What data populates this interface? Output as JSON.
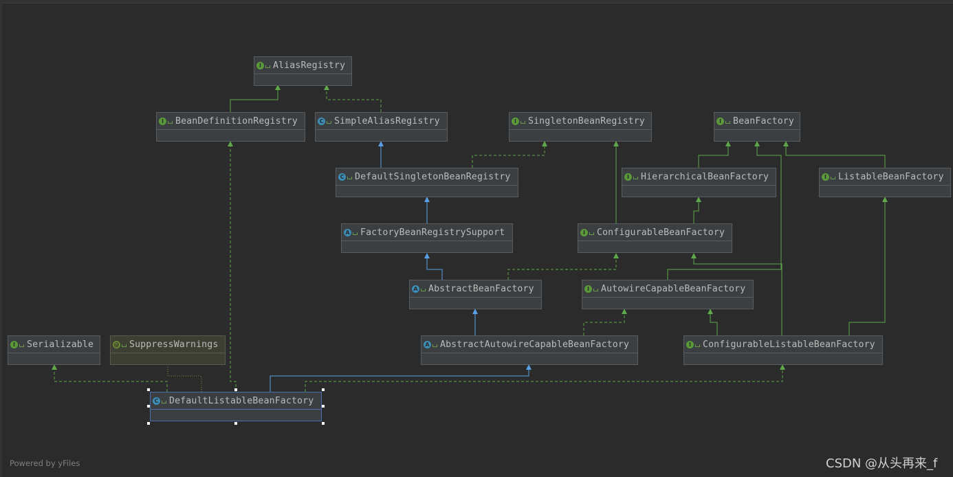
{
  "diagram": {
    "nodes": [
      {
        "id": "AliasRegistry",
        "label": "AliasRegistry",
        "kind": "interface"
      },
      {
        "id": "BeanDefinitionRegistry",
        "label": "BeanDefinitionRegistry",
        "kind": "interface"
      },
      {
        "id": "SimpleAliasRegistry",
        "label": "SimpleAliasRegistry",
        "kind": "class"
      },
      {
        "id": "SingletonBeanRegistry",
        "label": "SingletonBeanRegistry",
        "kind": "interface"
      },
      {
        "id": "BeanFactory",
        "label": "BeanFactory",
        "kind": "interface"
      },
      {
        "id": "DefaultSingletonBeanRegistry",
        "label": "DefaultSingletonBeanRegistry",
        "kind": "class"
      },
      {
        "id": "HierarchicalBeanFactory",
        "label": "HierarchicalBeanFactory",
        "kind": "interface"
      },
      {
        "id": "ListableBeanFactory",
        "label": "ListableBeanFactory",
        "kind": "interface"
      },
      {
        "id": "FactoryBeanRegistrySupport",
        "label": "FactoryBeanRegistrySupport",
        "kind": "abstract"
      },
      {
        "id": "ConfigurableBeanFactory",
        "label": "ConfigurableBeanFactory",
        "kind": "interface"
      },
      {
        "id": "AbstractBeanFactory",
        "label": "AbstractBeanFactory",
        "kind": "abstract"
      },
      {
        "id": "AutowireCapableBeanFactory",
        "label": "AutowireCapableBeanFactory",
        "kind": "interface"
      },
      {
        "id": "Serializable",
        "label": "Serializable",
        "kind": "interface"
      },
      {
        "id": "SuppressWarnings",
        "label": "SuppressWarnings",
        "kind": "annotation"
      },
      {
        "id": "AbstractAutowireCapableBeanFactory",
        "label": "AbstractAutowireCapableBeanFactory",
        "kind": "abstract"
      },
      {
        "id": "ConfigurableListableBeanFactory",
        "label": "ConfigurableListableBeanFactory",
        "kind": "interface"
      },
      {
        "id": "DefaultListableBeanFactory",
        "label": "DefaultListableBeanFactory",
        "kind": "class",
        "selected": true
      }
    ],
    "colors": {
      "background": "#2b2b2b",
      "extends_edge": "#5a9fe6",
      "implements_edge": "#5fa84a",
      "annotation_edge": "#8a8a3a",
      "selection": "#4b6eaf"
    },
    "edges": [
      {
        "from": "BeanDefinitionRegistry",
        "to": "AliasRegistry",
        "type": "extends-interface"
      },
      {
        "from": "SimpleAliasRegistry",
        "to": "AliasRegistry",
        "type": "implements"
      },
      {
        "from": "DefaultSingletonBeanRegistry",
        "to": "SimpleAliasRegistry",
        "type": "extends"
      },
      {
        "from": "DefaultSingletonBeanRegistry",
        "to": "SingletonBeanRegistry",
        "type": "implements"
      },
      {
        "from": "HierarchicalBeanFactory",
        "to": "BeanFactory",
        "type": "extends-interface"
      },
      {
        "from": "ListableBeanFactory",
        "to": "BeanFactory",
        "type": "extends-interface"
      },
      {
        "from": "AutowireCapableBeanFactory",
        "to": "BeanFactory",
        "type": "extends-interface"
      },
      {
        "from": "FactoryBeanRegistrySupport",
        "to": "DefaultSingletonBeanRegistry",
        "type": "extends"
      },
      {
        "from": "ConfigurableBeanFactory",
        "to": "HierarchicalBeanFactory",
        "type": "extends-interface"
      },
      {
        "from": "ConfigurableBeanFactory",
        "to": "SingletonBeanRegistry",
        "type": "extends-interface"
      },
      {
        "from": "AbstractBeanFactory",
        "to": "FactoryBeanRegistrySupport",
        "type": "extends"
      },
      {
        "from": "AbstractBeanFactory",
        "to": "ConfigurableBeanFactory",
        "type": "implements"
      },
      {
        "from": "AbstractAutowireCapableBeanFactory",
        "to": "AbstractBeanFactory",
        "type": "extends"
      },
      {
        "from": "AbstractAutowireCapableBeanFactory",
        "to": "AutowireCapableBeanFactory",
        "type": "implements"
      },
      {
        "from": "ConfigurableListableBeanFactory",
        "to": "AutowireCapableBeanFactory",
        "type": "extends-interface"
      },
      {
        "from": "ConfigurableListableBeanFactory",
        "to": "ConfigurableBeanFactory",
        "type": "extends-interface"
      },
      {
        "from": "ConfigurableListableBeanFactory",
        "to": "ListableBeanFactory",
        "type": "extends-interface"
      },
      {
        "from": "DefaultListableBeanFactory",
        "to": "AbstractAutowireCapableBeanFactory",
        "type": "extends"
      },
      {
        "from": "DefaultListableBeanFactory",
        "to": "ConfigurableListableBeanFactory",
        "type": "implements"
      },
      {
        "from": "DefaultListableBeanFactory",
        "to": "BeanDefinitionRegistry",
        "type": "implements"
      },
      {
        "from": "DefaultListableBeanFactory",
        "to": "Serializable",
        "type": "implements"
      },
      {
        "from": "DefaultListableBeanFactory",
        "to": "SuppressWarnings",
        "type": "annotated"
      }
    ]
  },
  "footer": {
    "text": "Powered by yFiles"
  },
  "watermark": {
    "text": "CSDN @从头再来_f"
  }
}
